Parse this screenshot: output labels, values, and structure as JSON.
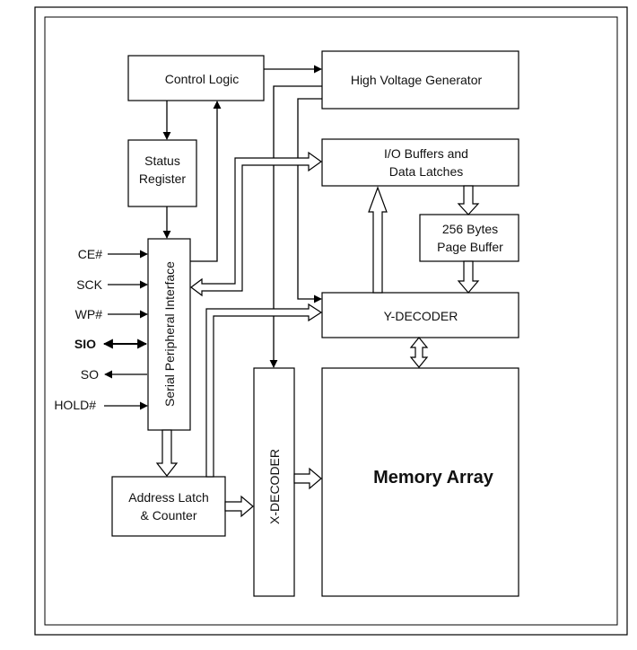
{
  "blocks": {
    "control_logic": "Control Logic",
    "high_voltage_generator": "High Voltage Generator",
    "status_register": [
      "Status",
      "Register"
    ],
    "io_buffers": [
      "I/O Buffers and",
      "Data Latches"
    ],
    "page_buffer": [
      "256 Bytes",
      "Page Buffer"
    ],
    "serial_peripheral_interface": "Serial Peripheral Interface",
    "y_decoder": "Y-DECODER",
    "x_decoder": "X-DECODER",
    "memory_array": "Memory Array",
    "address_latch": [
      "Address Latch",
      "& Counter"
    ]
  },
  "pins": [
    "CE#",
    "SCK",
    "WP#",
    "SIO",
    "SO",
    "HOLD#"
  ]
}
